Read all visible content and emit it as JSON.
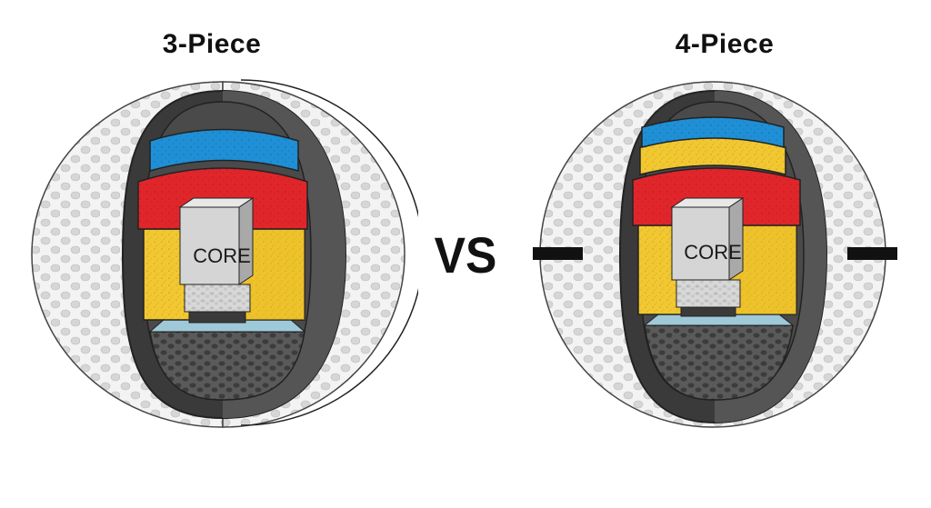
{
  "left": {
    "title": "3-Piece",
    "core_label": "CORE"
  },
  "vs_label": "VS",
  "right": {
    "title": "4-Piece",
    "core_label": "CORE"
  },
  "colors": {
    "blue_layer": "#1f8fd6",
    "red_layer": "#e0262b",
    "yellow_layer": "#f2c832",
    "core_gray": "#c9c9c9",
    "cutaway_dark": "#333333",
    "ball_white": "#f4f4f4"
  }
}
